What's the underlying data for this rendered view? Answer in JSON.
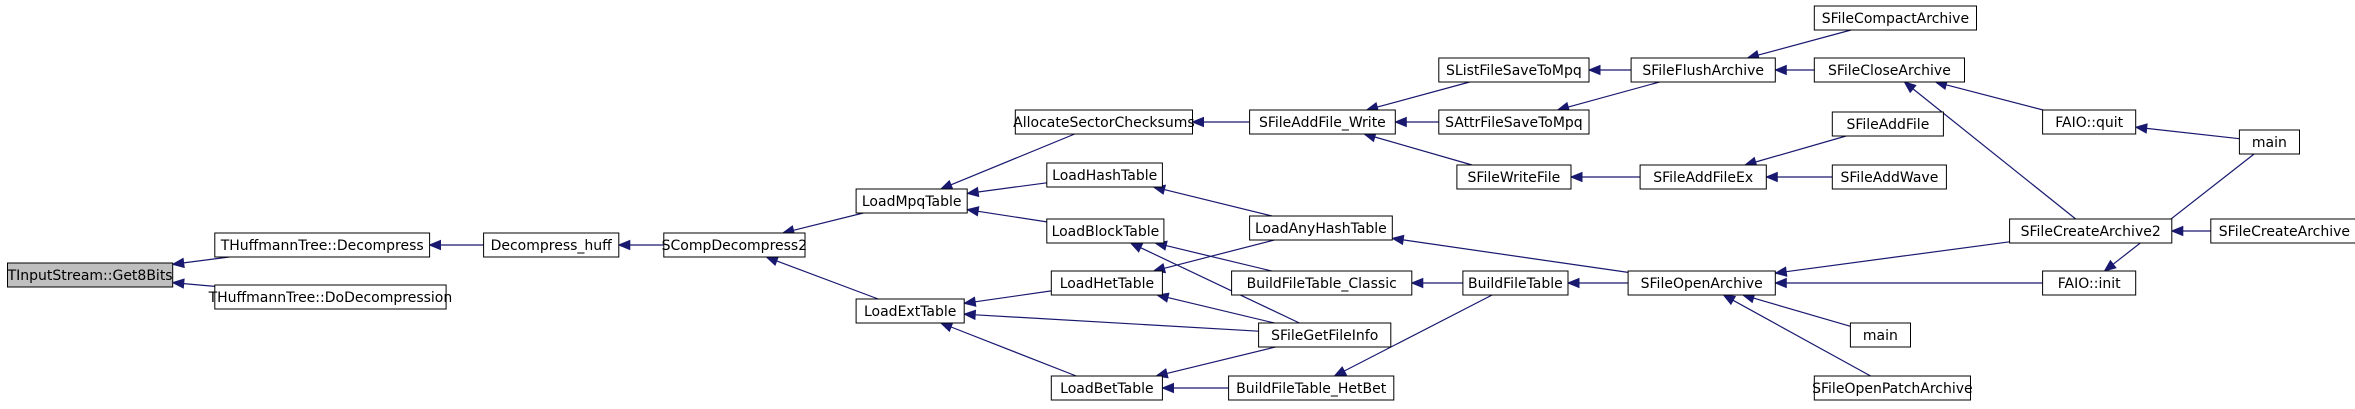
{
  "colors": {
    "edge": "#191970",
    "root_fill": "#bfbfbf",
    "node_fill": "#ffffff",
    "node_border": "#000000"
  },
  "nodes": [
    {
      "id": "get8bits",
      "label": "TInputStream::Get8Bits",
      "root": true
    },
    {
      "id": "tht_decompress",
      "label": "THuffmannTree::Decompress"
    },
    {
      "id": "tht_dodecomp",
      "label": "THuffmannTree::DoDecompression"
    },
    {
      "id": "decompress_huff",
      "label": "Decompress_huff"
    },
    {
      "id": "scompdecompress2",
      "label": "SCompDecompress2"
    },
    {
      "id": "loadmpqtable",
      "label": "LoadMpqTable"
    },
    {
      "id": "loadexttable",
      "label": "LoadExtTable"
    },
    {
      "id": "allocsectorchecksums",
      "label": "AllocateSectorChecksums"
    },
    {
      "id": "loadhashtable",
      "label": "LoadHashTable"
    },
    {
      "id": "loadblocktable",
      "label": "LoadBlockTable"
    },
    {
      "id": "loadhettable",
      "label": "LoadHetTable"
    },
    {
      "id": "loadbettable",
      "label": "LoadBetTable"
    },
    {
      "id": "sfileaddfile_write",
      "label": "SFileAddFile_Write"
    },
    {
      "id": "loadanyhashtable",
      "label": "LoadAnyHashTable"
    },
    {
      "id": "buildfiletable_classic",
      "label": "BuildFileTable_Classic"
    },
    {
      "id": "sfilegetfileinfo",
      "label": "SFileGetFileInfo"
    },
    {
      "id": "buildfiletable_hetbet",
      "label": "BuildFileTable_HetBet"
    },
    {
      "id": "slistfilesavetompq",
      "label": "SListFileSaveToMpq"
    },
    {
      "id": "sattrfilesavetompq",
      "label": "SAttrFileSaveToMpq"
    },
    {
      "id": "sfilewritefile",
      "label": "SFileWriteFile"
    },
    {
      "id": "buildfiletable",
      "label": "BuildFileTable"
    },
    {
      "id": "sfileflusharchive",
      "label": "SFileFlushArchive"
    },
    {
      "id": "sfileaddfileex",
      "label": "SFileAddFileEx"
    },
    {
      "id": "sfileopenarchive",
      "label": "SFileOpenArchive"
    },
    {
      "id": "sfilecompactarchive",
      "label": "SFileCompactArchive"
    },
    {
      "id": "sfileclosearchive",
      "label": "SFileCloseArchive"
    },
    {
      "id": "sfileaddfile",
      "label": "SFileAddFile"
    },
    {
      "id": "sfileaddwave",
      "label": "SFileAddWave"
    },
    {
      "id": "sfilecreatearchive2",
      "label": "SFileCreateArchive2"
    },
    {
      "id": "main_mid",
      "label": "main"
    },
    {
      "id": "sfileopenpatcharchive",
      "label": "SFileOpenPatchArchive"
    },
    {
      "id": "faio_quit",
      "label": "FAIO::quit"
    },
    {
      "id": "faio_init",
      "label": "FAIO::init"
    },
    {
      "id": "sfilecreatearchive",
      "label": "SFileCreateArchive"
    },
    {
      "id": "main_right",
      "label": "main"
    }
  ],
  "edges": [
    {
      "from": "tht_decompress",
      "to": "get8bits"
    },
    {
      "from": "tht_dodecomp",
      "to": "get8bits"
    },
    {
      "from": "decompress_huff",
      "to": "tht_decompress"
    },
    {
      "from": "scompdecompress2",
      "to": "decompress_huff"
    },
    {
      "from": "loadmpqtable",
      "to": "scompdecompress2"
    },
    {
      "from": "loadexttable",
      "to": "scompdecompress2"
    },
    {
      "from": "allocsectorchecksums",
      "to": "loadmpqtable"
    },
    {
      "from": "loadhashtable",
      "to": "loadmpqtable"
    },
    {
      "from": "loadblocktable",
      "to": "loadmpqtable"
    },
    {
      "from": "loadhettable",
      "to": "loadexttable"
    },
    {
      "from": "sfilegetfileinfo",
      "to": "loadexttable"
    },
    {
      "from": "loadbettable",
      "to": "loadexttable"
    },
    {
      "from": "sfileaddfile_write",
      "to": "allocsectorchecksums"
    },
    {
      "from": "loadanyhashtable",
      "to": "loadhashtable"
    },
    {
      "from": "buildfiletable_classic",
      "to": "loadblocktable"
    },
    {
      "from": "sfilegetfileinfo",
      "to": "loadblocktable"
    },
    {
      "from": "loadanyhashtable",
      "to": "loadhettable"
    },
    {
      "from": "sfilegetfileinfo",
      "to": "loadhettable"
    },
    {
      "from": "sfilegetfileinfo",
      "to": "loadbettable"
    },
    {
      "from": "buildfiletable_hetbet",
      "to": "loadbettable"
    },
    {
      "from": "slistfilesavetompq",
      "to": "sfileaddfile_write"
    },
    {
      "from": "sattrfilesavetompq",
      "to": "sfileaddfile_write"
    },
    {
      "from": "sfilewritefile",
      "to": "sfileaddfile_write"
    },
    {
      "from": "sfileopenarchive",
      "to": "loadanyhashtable"
    },
    {
      "from": "buildfiletable",
      "to": "buildfiletable_classic"
    },
    {
      "from": "buildfiletable",
      "to": "buildfiletable_hetbet"
    },
    {
      "from": "sfileflusharchive",
      "to": "slistfilesavetompq"
    },
    {
      "from": "sfileflusharchive",
      "to": "sattrfilesavetompq"
    },
    {
      "from": "sfileaddfileex",
      "to": "sfilewritefile"
    },
    {
      "from": "sfileopenarchive",
      "to": "buildfiletable"
    },
    {
      "from": "sfilecompactarchive",
      "to": "sfileflusharchive"
    },
    {
      "from": "sfileclosearchive",
      "to": "sfileflusharchive"
    },
    {
      "from": "sfileaddfile",
      "to": "sfileaddfileex"
    },
    {
      "from": "sfileaddwave",
      "to": "sfileaddfileex"
    },
    {
      "from": "sfilecreatearchive2",
      "to": "sfileopenarchive"
    },
    {
      "from": "faio_init",
      "to": "sfileopenarchive"
    },
    {
      "from": "main_mid",
      "to": "sfileopenarchive"
    },
    {
      "from": "sfileopenpatcharchive",
      "to": "sfileopenarchive"
    },
    {
      "from": "faio_quit",
      "to": "sfileclosearchive"
    },
    {
      "from": "sfilecreatearchive2",
      "to": "sfileclosearchive"
    },
    {
      "from": "sfilecreatearchive",
      "to": "sfilecreatearchive2"
    },
    {
      "from": "main_right",
      "to": "faio_quit"
    },
    {
      "from": "main_right",
      "to": "faio_init"
    }
  ]
}
